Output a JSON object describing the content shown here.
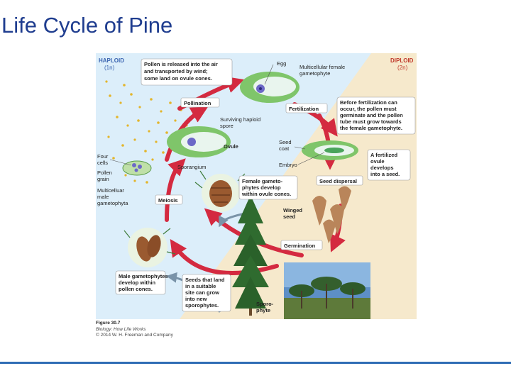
{
  "slide_title": "Life Cycle of Pine",
  "phase": {
    "haploid": "HAPLOID",
    "haploid_n": "(1n)",
    "diploid": "DIPLOID",
    "diploid_n": "(2n)"
  },
  "callouts": {
    "pollen_release": [
      "Pollen is released into the air",
      "and transported by wind;",
      "some land on ovule cones."
    ],
    "before_fertilization": [
      "Before fertilization can",
      "occur, the pollen must",
      "germinate and the pollen",
      "tube must grow towards",
      "the female gametophyte."
    ],
    "fertilized_ovule": [
      "A fertilized",
      "ovule",
      "develops",
      "into a seed."
    ],
    "female_gametophytes": [
      "Female gameto-",
      "phytes develop",
      "within ovule cones."
    ],
    "male_gametophytes": [
      "Male gametophytes",
      "develop within",
      "pollen cones."
    ],
    "seeds_land": [
      "Seeds that land",
      "in a suitable",
      "site can grow",
      "into new",
      "sporophytes."
    ]
  },
  "stages": {
    "pollination": "Pollination",
    "fertilization": "Fertilization",
    "seed_dispersal": "Seed dispersal",
    "meiosis": "Meiosis",
    "germination": "Germination"
  },
  "labels": {
    "egg": "Egg",
    "multicellular_female": [
      "Multicellular female",
      "gametophyte"
    ],
    "surviving_spore": [
      "Surviving haploid",
      "spore"
    ],
    "ovule": "Ovule",
    "sporangium": "Sporangium",
    "seed_coat": [
      "Seed",
      "coat"
    ],
    "embryo": "Embryo",
    "four_cells": [
      "Four",
      "cells"
    ],
    "pollen_grain": [
      "Pollen",
      "grain"
    ],
    "multicellular_male": [
      "Multicelluar",
      "male",
      "gametophyta"
    ],
    "winged_seed": [
      "Winged",
      "seed"
    ],
    "sporophyte": [
      "Sporo-",
      "phyte"
    ]
  },
  "credit": {
    "figure": "Figure 30.7",
    "book": "Biology: How Life Works",
    "copyright": "© 2014 W. H. Freeman and Company"
  },
  "colors": {
    "title": "#1f3d8f",
    "haploid_bg": "#dceefa",
    "diploid_bg": "#f6e9cc",
    "arrow": "#d42a40",
    "phase_label": "#3a64b0",
    "footer_line": "#2f6db5"
  }
}
